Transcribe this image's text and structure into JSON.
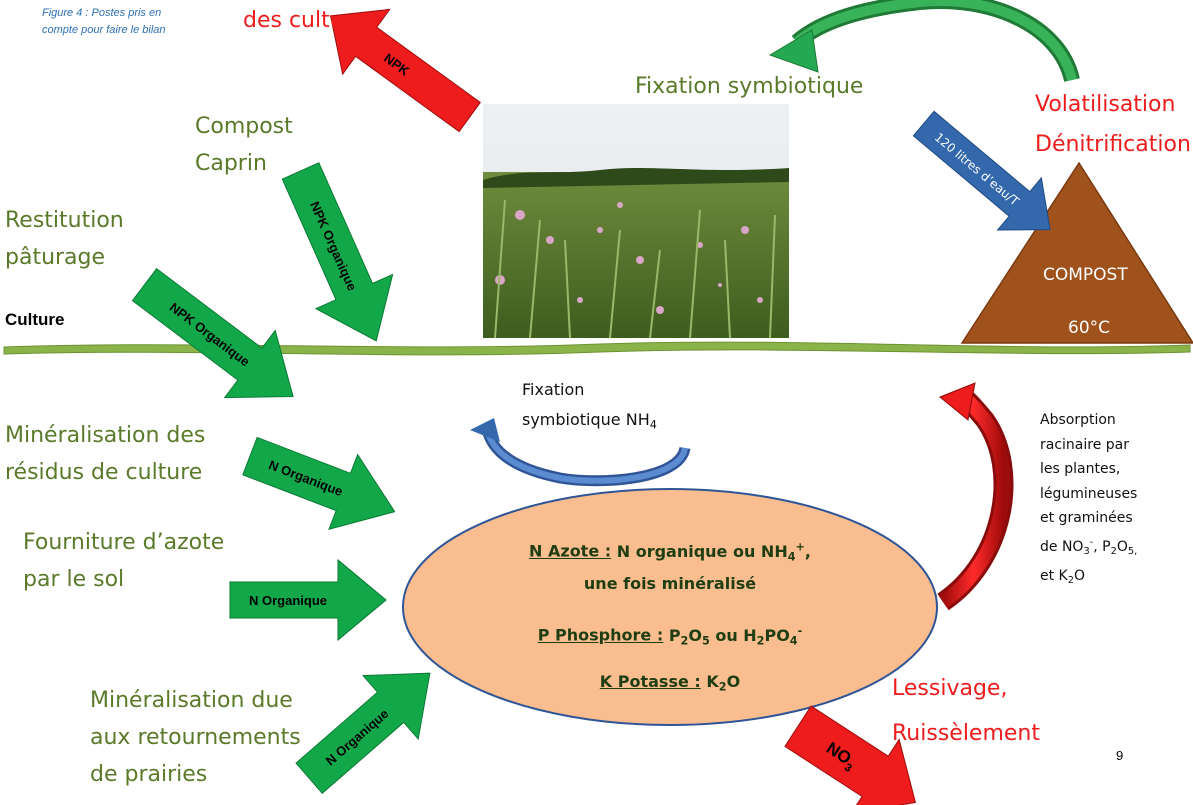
{
  "caption": {
    "line1": "Figure 4 : Postes pris en",
    "line2": "compte pour faire le bilan"
  },
  "labels": {
    "exportations": "des cultures",
    "fixation_top": "Fixation symbiotique",
    "volatilisation": "Volatilisation",
    "denitrification": "Dénitrification",
    "compost_caprin_1": "Compost",
    "compost_caprin_2": "Caprin",
    "restitution_1": "Restitution",
    "restitution_2": "pâturage",
    "culture": "Culture",
    "mineralisation_residus_1": "Minéralisation des",
    "mineralisation_residus_2": "résidus de culture",
    "fourniture_1": "Fourniture d’azote",
    "fourniture_2": "par le sol",
    "mineralisation_prairies_1": "Minéralisation due",
    "mineralisation_prairies_2": "aux retournements",
    "mineralisation_prairies_3": "de prairies",
    "fixation_nh4_1": "Fixation",
    "fixation_nh4_2": "symbiotique NH",
    "lessivage": "Lessivage,",
    "ruissellement": "Ruissèlement",
    "page_number": "9"
  },
  "arrows": {
    "npk_export": "NPK",
    "npk_organique_compost": "NPK Organique",
    "npk_organique_restitution": "NPK Organique",
    "n_organique_residus": "N Organique",
    "n_organique_sol": "N Organique",
    "n_organique_prairies": "N Organique",
    "eau": "120 litres d’eau/T",
    "no3": "NO"
  },
  "compost": {
    "label": "COMPOST",
    "temp": "60°C"
  },
  "absorption": {
    "l1": "Absorption",
    "l2": "racinaire par",
    "l3": "les plantes,",
    "l4": "légumineuses",
    "l5": "et graminées",
    "l6_pre": "de NO",
    "l6_mid": ", P",
    "l7": "et K"
  },
  "pool": {
    "n_label": "N Azote :",
    "n_text": "N organique ou NH",
    "n_line2": "une fois minéralisé",
    "p_label": "P Phosphore :",
    "p_text_pre": "P",
    "p_text_mid": " ou H",
    "k_label": "K Potasse :",
    "k_text": "K"
  },
  "colors": {
    "green_arrow": "#12a84a",
    "red_arrow": "#ee1c1c",
    "blue_arrow": "#3468ad",
    "compost_fill": "#a0521d",
    "ellipse_fill": "#f9bd8f",
    "ellipse_stroke": "#2f5597",
    "soil_line": "#8ab34a"
  }
}
